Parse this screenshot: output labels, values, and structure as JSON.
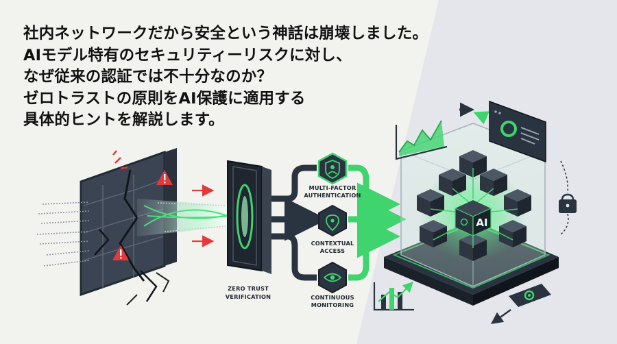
{
  "headline": {
    "lines": [
      "社内ネットワークだから安全という神話は崩壊しました。",
      "AIモデル特有のセキュリティーリスクに対し、",
      "なぜ従来の認証では不十分なのか？",
      "ゼロトラストの原則をAI保護に適用する",
      "具体的ヒントを解説します。"
    ]
  },
  "gateway": {
    "label_line1": "ZERO TRUST",
    "label_line2": "VERIFICATION"
  },
  "checks": [
    {
      "label_line1": "MULTI-FACTOR",
      "label_line2": "AUTHENTICATION",
      "icon": "user-shield-icon"
    },
    {
      "label_line1": "CONTEXTUAL",
      "label_line2": "ACCESS",
      "icon": "location-pin-icon"
    },
    {
      "label_line1": "CONTINUOUS",
      "label_line2": "MONITORING",
      "icon": "eye-icon"
    }
  ],
  "core": {
    "label": "AI"
  },
  "colors": {
    "accent_green": "#3fd46e",
    "dark_node": "#2a3340",
    "alert_red": "#e23a3a",
    "background": "#f2f2ee",
    "panel_gray": "#e3e5ea"
  }
}
